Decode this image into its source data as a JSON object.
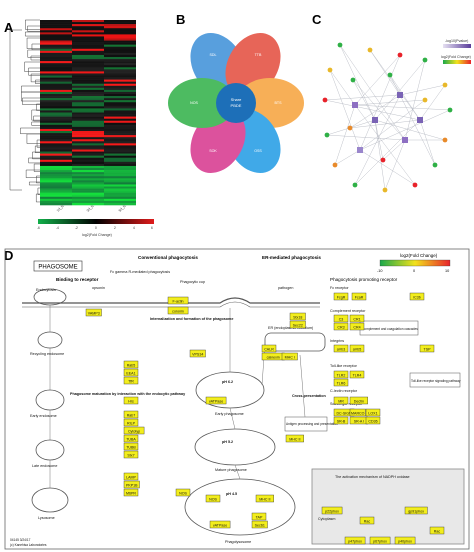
{
  "panels": {
    "a": "A",
    "b": "B",
    "c": "C",
    "d": "D"
  },
  "panel_a": {
    "col_labels": [
      "1d_IL",
      "3d_IL",
      "5d_IL"
    ],
    "scale_label": "log2(Fold Change)",
    "scale_ticks": [
      "-6",
      "-4",
      "-2",
      "0",
      "2",
      "4",
      "6"
    ]
  },
  "panel_b": {
    "center": [
      "Share",
      "PBDE"
    ],
    "petals": [
      "SDL",
      "TTB",
      "BTS",
      "NOS",
      "SOK",
      "OSS"
    ]
  },
  "panel_c": {
    "legend1": "-log10(Pvalue)",
    "legend2": "log2(Fold Change)"
  },
  "panel_d": {
    "title": "PHAGOSOME",
    "legend_title": "log2(Fold Change)",
    "legend_ticks": [
      "-10",
      "0",
      "10"
    ],
    "headers": [
      "Binding to receptor",
      "Conventional phagocytosis",
      "ER-mediated phagocytosis",
      "Phagocytosis promoting receptor"
    ],
    "labels": {
      "endocytosis": "Endocytosis",
      "fc_gamma": "Fc gamma R-mediated phagocytosis",
      "phagocytic_cup": "Phagocytic cup",
      "internalization": "Internalization and formation of the phagosome",
      "recycling": "Recycling endosome",
      "early_endosome": "Early endosome",
      "maturation": "Phagosome maturation by interaction with the endocytic pathway",
      "late_endosome": "Late endosome",
      "lysosome": "Lysosome",
      "early_phagosome": "Early phagosome",
      "mature_phagosome": "Mature phagosome",
      "phagolysosome": "Phagolysosome",
      "er": "ER (endoplasmic reticulum)",
      "cross_presentation": "Cross-presentation",
      "antigen": "Antigen processing and presentation",
      "complement": "Complement and coagulation cascades",
      "toll": "Toll-like receptor signaling pathway",
      "nadph_title": "The activation mechanism of NADPH oxidase",
      "cytoplasm": "Cytoplasm",
      "fc_receptor": "Fc receptor",
      "complement_receptor": "Complement receptor",
      "integrins": "Integrins",
      "tlr": "Toll-like receptor",
      "ctype": "C-lectin receptor",
      "scavenger": "Scavenger receptor",
      "opsonin": "opsonin",
      "pathogen": "pathogen",
      "footer1": "04145 3/24/17",
      "footer2": "(c) Kanehisa Laboratories",
      "ph62": "pH 6.2",
      "ph52": "pH 5.2",
      "ph45": "pH 4.5"
    },
    "genes": {
      "vamp3": "VAMP3",
      "rab5": "Rab5",
      "eea1": "EEA1",
      "tfr": "TfR",
      "hrs": "Hrs",
      "rab7": "Rab7",
      "rilp": "RILP",
      "cyt": "Cytotyp",
      "tuba": "TUBA",
      "tubb": "TUBB",
      "lamp": "LAMP",
      "pkp": "PKP1B",
      "msr": "M6PR",
      "stx7": "Stx7",
      "factin": "F-actin",
      "coronin": "coronin",
      "vamp7": "VPS34",
      "vatpase": "vATPase",
      "nos": "NOS",
      "nos2": "NOS",
      "vatpase3": "vATPase",
      "calr": "CALR",
      "calnexin": "calnexin",
      "mhc1": "MHC I",
      "mhc2": "MHC II",
      "tap": "TAP",
      "sec61": "Sec61",
      "mhc2b": "MHC II",
      "sec22": "Sec22",
      "stx18": "Stx18",
      "fcgr": "FcgR",
      "fcar": "FcaR",
      "c3": "C3",
      "cr1": "CR1",
      "cr3": "CR3",
      "cr4": "CR4",
      "tsp": "TSP",
      "itgb": "aVb3",
      "itga": "aVb5",
      "tlr2": "TLR2",
      "tlr4": "TLR4",
      "tlr6": "TLR6",
      "dectin": "Dectin",
      "mr": "MR",
      "dcsign": "DC-SIGN",
      "srb": "SR-B",
      "marco": "MARCO",
      "lox": "LOX1",
      "srai": "SR-A I",
      "cd36": "CD36",
      "rac": "Rac",
      "p22": "p22phox",
      "p47": "p47phox",
      "p67": "p67phox",
      "p40": "p40phox",
      "gp91": "gp91phox",
      "rac2": "Rac",
      "ifna": "iC3b"
    }
  },
  "colors": {
    "gene_fill": "#f3ee1c",
    "up": "#e8222a",
    "down": "#1aa84a",
    "neutral": "#000000"
  }
}
